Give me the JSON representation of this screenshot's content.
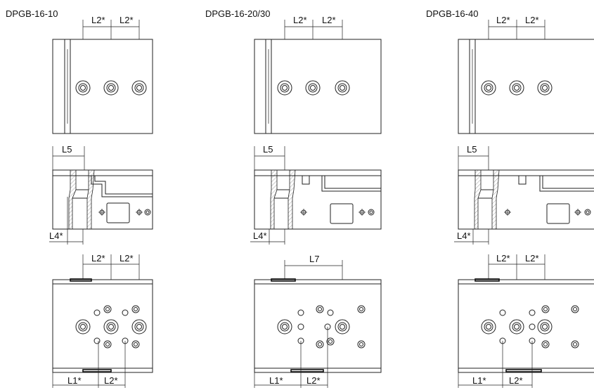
{
  "titles": [
    "DPGB-16-10",
    "DPGB-16-20/30",
    "DPGB-16-40"
  ],
  "dims": {
    "l1": "L1*",
    "l2": "L2*",
    "l4": "L4*",
    "l5": "L5",
    "l7": "L7"
  }
}
